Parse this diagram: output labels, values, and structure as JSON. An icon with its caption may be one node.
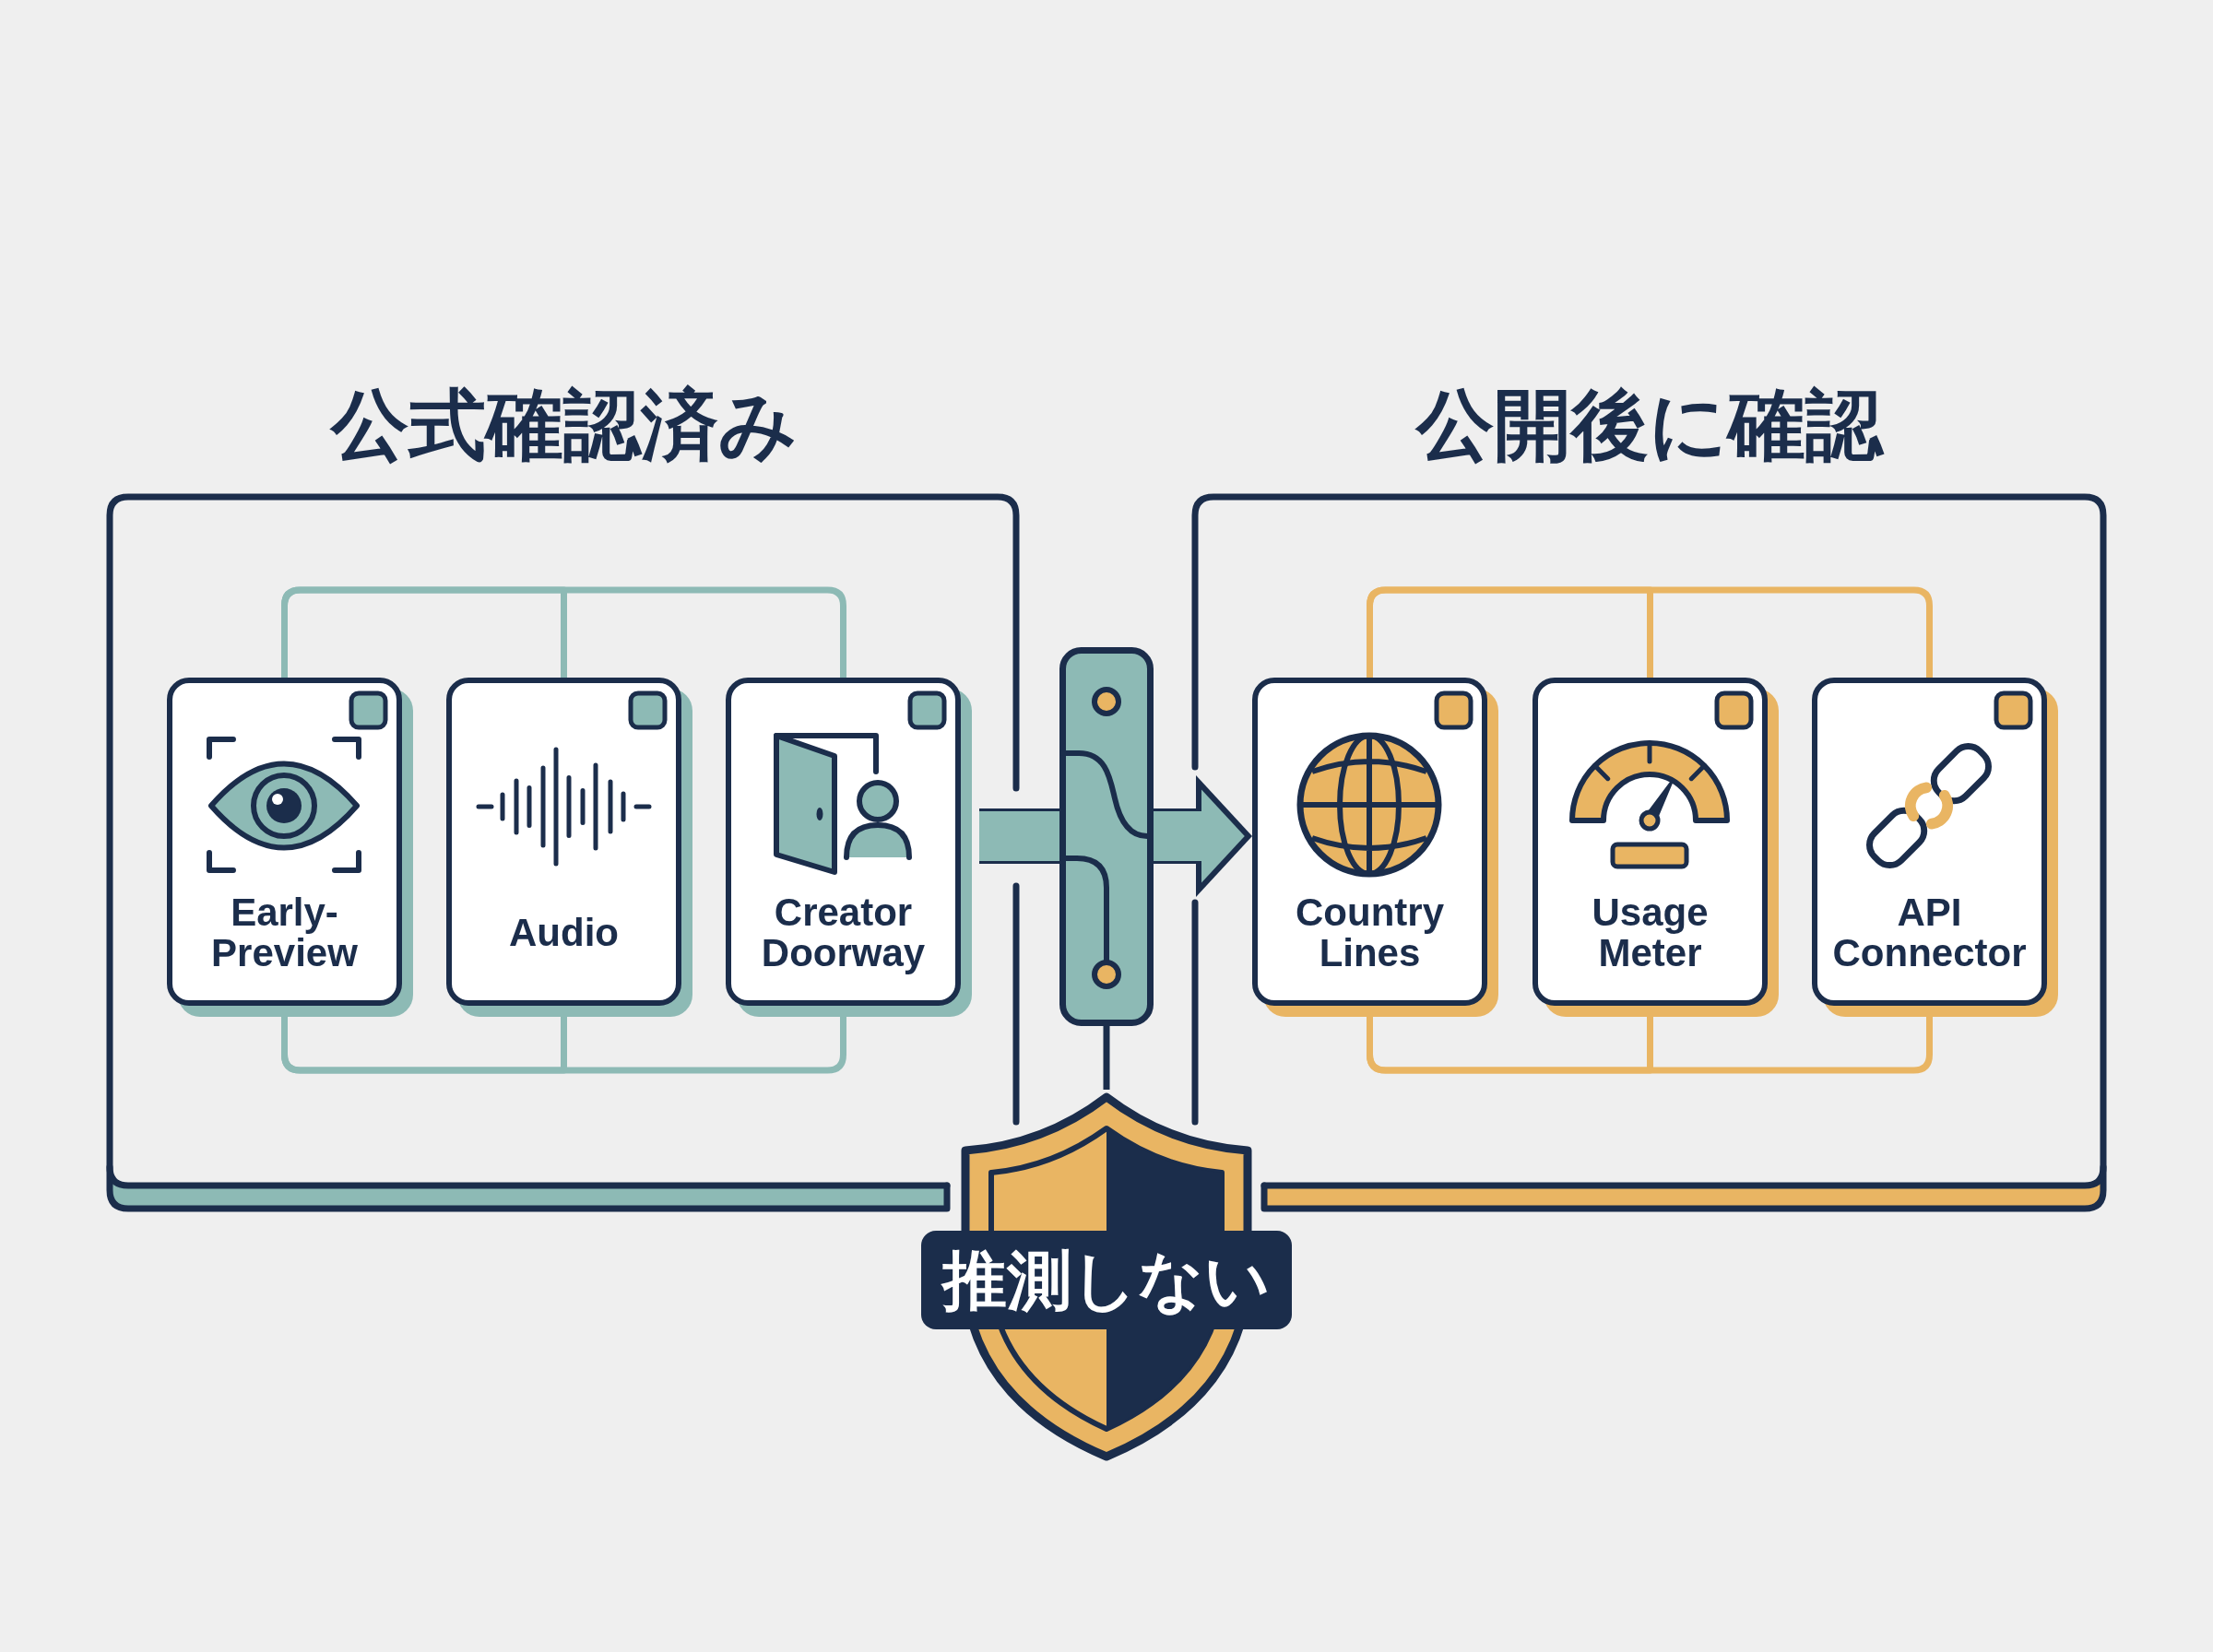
{
  "diagram": {
    "nodes": [
      {
        "text": [
          "公式確認済み"
        ]
      },
      {
        "text": [
          "Early-Preview"
        ],
        "in": 0
      },
      {
        "text": [
          "Audio"
        ],
        "in": 0
      },
      {
        "text": [
          "Creator Doorway"
        ],
        "in": 0
      },
      {
        "text": [
          "公開後に確認"
        ]
      },
      {
        "text": [
          "Country Lines"
        ],
        "in": 4
      },
      {
        "text": [
          "Usage Meter"
        ],
        "in": 4
      },
      {
        "text": [
          "API Connector"
        ],
        "in": 4
      },
      {
        "text": [],
        "shape": "picture"
      },
      {
        "text": [
          "推測しない"
        ]
      }
    ],
    "edges": [
      {
        "from": 1,
        "to": 2,
        "arrow": "none"
      },
      {
        "from": 1,
        "to": 3,
        "arrow": "none"
      },
      {
        "from": 1,
        "to": 2,
        "arrow": "none"
      },
      {
        "from": 1,
        "to": 3,
        "arrow": "none"
      },
      {
        "from": 5,
        "to": 6,
        "arrow": "none",
        "color": "#e9b563"
      },
      {
        "from": 5,
        "to": 7,
        "arrow": "none",
        "color": "#e9b563"
      },
      {
        "from": 5,
        "to": 6,
        "arrow": "none",
        "color": "#e9b563"
      },
      {
        "from": 5,
        "to": 7,
        "arrow": "none",
        "color": "#e9b563"
      },
      {
        "from": 3,
        "to": 8,
        "arrow": "none",
        "style": "thick"
      },
      {
        "from": 8,
        "to": 5,
        "arrow": "to",
        "style": "thick"
      },
      {
        "from": 8,
        "to": 9,
        "arrow": "none",
        "color": "#1b2d4b"
      }
    ]
  }
}
